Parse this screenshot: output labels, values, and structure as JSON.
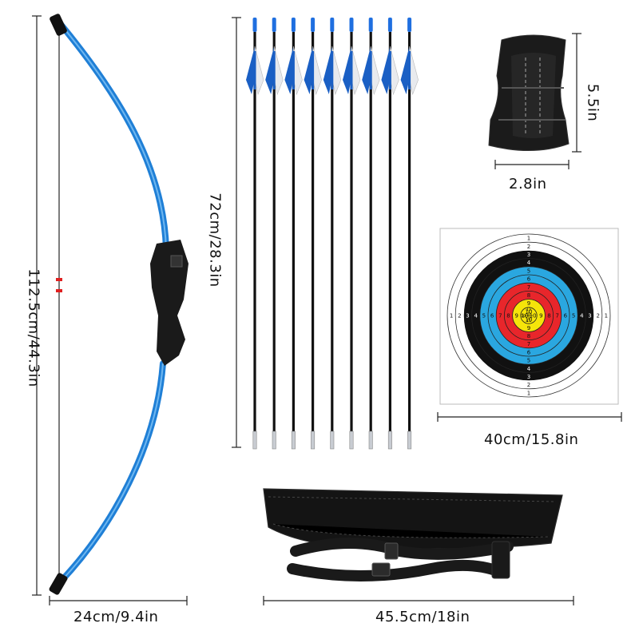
{
  "labels": {
    "bow_height": "112.5cm/44.3in",
    "bow_width": "24cm/9.4in",
    "arrow_length": "72cm/28.3in",
    "guard_height": "5.5in",
    "guard_width": "2.8in",
    "target_width": "40cm/15.8in",
    "quiver_width": "45.5cm/18in"
  },
  "target": {
    "ring_numbers": [
      "1",
      "2",
      "3",
      "4",
      "5",
      "6",
      "7",
      "8",
      "9",
      "10"
    ],
    "ring_colors": [
      "#ffffff",
      "#ffffff",
      "#111111",
      "#111111",
      "#2aa7e0",
      "#2aa7e0",
      "#e8262b",
      "#e8262b",
      "#f5e50a",
      "#f5e50a"
    ],
    "center_numbers": [
      "12",
      "11",
      "10"
    ]
  },
  "colors": {
    "bow_blue": "#1f7fd6",
    "arrow_fletch_blue": "#1a5fc4",
    "quiver_black": "#111111"
  },
  "arrows": {
    "count": 9
  }
}
